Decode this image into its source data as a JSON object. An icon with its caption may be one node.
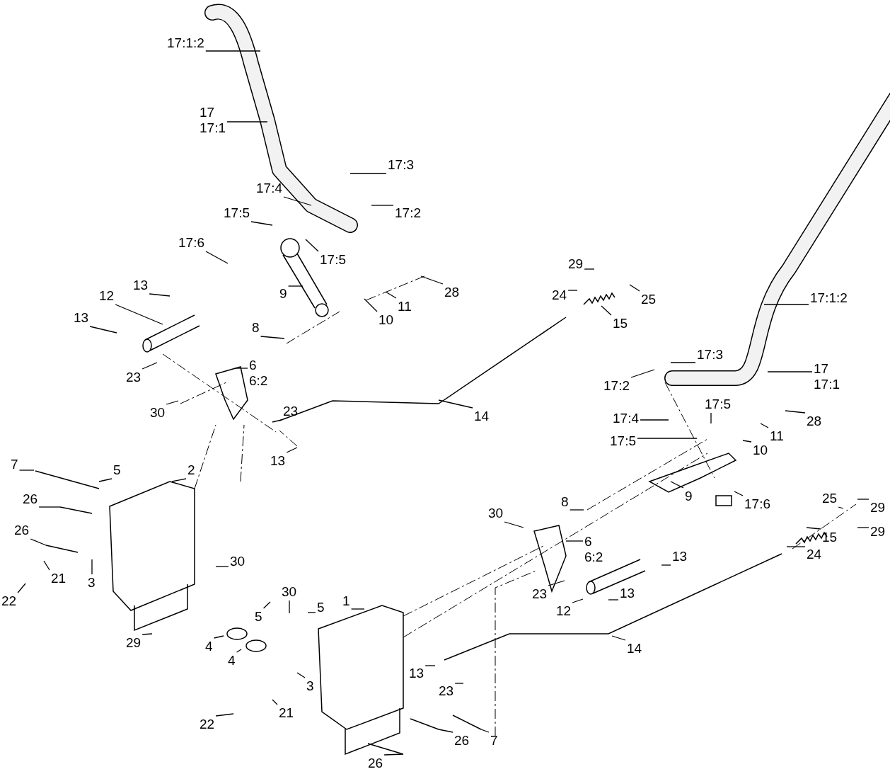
{
  "diagram": {
    "nodes": [
      {
        "text": [
          "17:1:2"
        ]
      },
      {
        "text": [
          "17",
          "17:1"
        ]
      },
      {
        "text": [
          "17:3"
        ]
      },
      {
        "text": [
          "17:4"
        ]
      },
      {
        "text": [
          "17:2"
        ]
      },
      {
        "text": [
          "17:5"
        ]
      },
      {
        "text": [
          "17:6"
        ]
      },
      {
        "text": [
          "17:5"
        ]
      },
      {
        "text": [
          "9"
        ]
      },
      {
        "text": [
          "29"
        ]
      },
      {
        "text": [
          "25"
        ]
      },
      {
        "text": [
          "28"
        ]
      },
      {
        "text": [
          "11"
        ]
      },
      {
        "text": [
          "10"
        ]
      },
      {
        "text": [
          "13"
        ]
      },
      {
        "text": [
          "12"
        ]
      },
      {
        "text": [
          "13"
        ]
      },
      {
        "text": [
          "24"
        ]
      },
      {
        "text": [
          "15"
        ]
      },
      {
        "text": [
          "8"
        ]
      },
      {
        "text": [
          "17:1:2"
        ]
      },
      {
        "text": [
          "23"
        ]
      },
      {
        "text": [
          "6",
          "6:2"
        ]
      },
      {
        "text": [
          "17:3"
        ]
      },
      {
        "text": [
          "17",
          "17:1"
        ]
      },
      {
        "text": [
          "17:2"
        ]
      },
      {
        "text": [
          "30"
        ]
      },
      {
        "text": [
          "23"
        ]
      },
      {
        "text": [
          "14"
        ]
      },
      {
        "text": [
          "17:4"
        ]
      },
      {
        "text": [
          "17:5"
        ]
      },
      {
        "text": [
          "28"
        ]
      },
      {
        "text": [
          "17:5"
        ]
      },
      {
        "text": [
          "11"
        ]
      },
      {
        "text": [
          "10"
        ]
      },
      {
        "text": [
          "13"
        ]
      },
      {
        "text": [
          "7"
        ]
      },
      {
        "text": [
          "5"
        ]
      },
      {
        "text": [
          "2"
        ]
      },
      {
        "text": [
          "9"
        ]
      },
      {
        "text": [
          "17:6"
        ]
      },
      {
        "text": [
          "26"
        ]
      },
      {
        "text": [
          "30"
        ]
      },
      {
        "text": [
          "8"
        ]
      },
      {
        "text": [
          "25"
        ]
      },
      {
        "text": [
          "29"
        ]
      },
      {
        "text": [
          "26"
        ]
      },
      {
        "text": [
          "6",
          "6:2"
        ]
      },
      {
        "text": [
          "30"
        ]
      },
      {
        "text": [
          "13"
        ]
      },
      {
        "text": [
          "15"
        ]
      },
      {
        "text": [
          "29"
        ]
      },
      {
        "text": [
          "24"
        ]
      },
      {
        "text": [
          "3"
        ]
      },
      {
        "text": [
          "21"
        ]
      },
      {
        "text": [
          "23"
        ]
      },
      {
        "text": [
          "12"
        ]
      },
      {
        "text": [
          "13"
        ]
      },
      {
        "text": [
          "22"
        ]
      },
      {
        "text": [
          "30"
        ]
      },
      {
        "text": [
          "5"
        ]
      },
      {
        "text": [
          "1"
        ]
      },
      {
        "text": [
          "5"
        ]
      },
      {
        "text": [
          "29"
        ]
      },
      {
        "text": [
          "4"
        ]
      },
      {
        "text": [
          "4"
        ]
      },
      {
        "text": [
          "14"
        ]
      },
      {
        "text": [
          "13"
        ]
      },
      {
        "text": [
          "23"
        ]
      },
      {
        "text": [
          "3"
        ]
      },
      {
        "text": [
          "21"
        ]
      },
      {
        "text": [
          "22"
        ]
      },
      {
        "text": [
          "26"
        ]
      },
      {
        "text": [
          "7"
        ]
      },
      {
        "text": [
          "26"
        ]
      }
    ],
    "edges": [
      {
        "from": 0,
        "to": null,
        "arrow": "none"
      },
      {
        "from": 1,
        "to": null,
        "arrow": "none"
      },
      {
        "from": 2,
        "to": null,
        "arrow": "none"
      },
      {
        "from": 3,
        "to": null,
        "arrow": "none"
      },
      {
        "from": 4,
        "to": null,
        "arrow": "none"
      },
      {
        "from": 5,
        "to": null,
        "arrow": "none"
      },
      {
        "from": 6,
        "to": null,
        "arrow": "none"
      },
      {
        "from": 7,
        "to": null,
        "arrow": "none"
      },
      {
        "from": 8,
        "to": null,
        "arrow": "none"
      },
      {
        "from": 9,
        "to": null,
        "arrow": "none"
      },
      {
        "from": 10,
        "to": null,
        "arrow": "none"
      },
      {
        "from": 11,
        "to": null,
        "arrow": "none"
      },
      {
        "from": 12,
        "to": null,
        "arrow": "none"
      },
      {
        "from": 13,
        "to": null,
        "arrow": "none"
      },
      {
        "from": 14,
        "to": null,
        "arrow": "none"
      },
      {
        "from": 15,
        "to": null,
        "arrow": "none"
      },
      {
        "from": 16,
        "to": null,
        "arrow": "none"
      },
      {
        "from": 17,
        "to": null,
        "arrow": "none"
      },
      {
        "from": 18,
        "to": null,
        "arrow": "none"
      },
      {
        "from": 19,
        "to": null,
        "arrow": "none"
      },
      {
        "from": 20,
        "to": null,
        "arrow": "none"
      },
      {
        "from": 21,
        "to": null,
        "arrow": "none"
      },
      {
        "from": 22,
        "to": null,
        "arrow": "none"
      },
      {
        "from": 23,
        "to": null,
        "arrow": "none"
      },
      {
        "from": 24,
        "to": null,
        "arrow": "none"
      },
      {
        "from": 25,
        "to": null,
        "arrow": "none"
      },
      {
        "from": 26,
        "to": null,
        "arrow": "none"
      },
      {
        "from": 27,
        "to": null,
        "arrow": "none"
      },
      {
        "from": 28,
        "to": null,
        "arrow": "none"
      },
      {
        "from": 29,
        "to": null,
        "arrow": "none"
      },
      {
        "from": 30,
        "to": null,
        "arrow": "none"
      },
      {
        "from": 31,
        "to": null,
        "arrow": "none"
      },
      {
        "from": 32,
        "to": null,
        "arrow": "none"
      },
      {
        "from": 33,
        "to": null,
        "arrow": "none"
      },
      {
        "from": 34,
        "to": null,
        "arrow": "none"
      },
      {
        "from": 35,
        "to": null,
        "arrow": "none"
      },
      {
        "from": 36,
        "to": null,
        "arrow": "none"
      },
      {
        "from": 37,
        "to": null,
        "arrow": "none"
      },
      {
        "from": 38,
        "to": null,
        "arrow": "none"
      },
      {
        "from": 39,
        "to": null,
        "arrow": "none"
      },
      {
        "from": 40,
        "to": null,
        "arrow": "none"
      },
      {
        "from": 41,
        "to": null,
        "arrow": "none"
      },
      {
        "from": 42,
        "to": null,
        "arrow": "none"
      },
      {
        "from": 43,
        "to": null,
        "arrow": "none"
      },
      {
        "from": 44,
        "to": null,
        "arrow": "none"
      },
      {
        "from": 45,
        "to": null,
        "arrow": "none"
      },
      {
        "from": 46,
        "to": null,
        "arrow": "none"
      },
      {
        "from": 47,
        "to": null,
        "arrow": "none"
      },
      {
        "from": 48,
        "to": null,
        "arrow": "none"
      },
      {
        "from": 49,
        "to": null,
        "arrow": "none"
      },
      {
        "from": 50,
        "to": null,
        "arrow": "none"
      },
      {
        "from": 51,
        "to": null,
        "arrow": "none"
      },
      {
        "from": 52,
        "to": null,
        "arrow": "none"
      },
      {
        "from": 53,
        "to": null,
        "arrow": "none"
      },
      {
        "from": 54,
        "to": null,
        "arrow": "none"
      },
      {
        "from": 55,
        "to": null,
        "arrow": "none"
      },
      {
        "from": 56,
        "to": null,
        "arrow": "none"
      },
      {
        "from": 57,
        "to": null,
        "arrow": "none"
      },
      {
        "from": 58,
        "to": null,
        "arrow": "none"
      },
      {
        "from": 59,
        "to": null,
        "arrow": "none"
      },
      {
        "from": 60,
        "to": null,
        "arrow": "none"
      },
      {
        "from": 61,
        "to": null,
        "arrow": "none"
      },
      {
        "from": 62,
        "to": null,
        "arrow": "none"
      },
      {
        "from": 63,
        "to": null,
        "arrow": "none"
      },
      {
        "from": 64,
        "to": null,
        "arrow": "none"
      },
      {
        "from": 65,
        "to": null,
        "arrow": "none"
      },
      {
        "from": 66,
        "to": null,
        "arrow": "none"
      },
      {
        "from": 67,
        "to": null,
        "arrow": "none"
      },
      {
        "from": 68,
        "to": null,
        "arrow": "none"
      },
      {
        "from": 69,
        "to": null,
        "arrow": "none"
      },
      {
        "from": 70,
        "to": null,
        "arrow": "none"
      },
      {
        "from": 71,
        "to": null,
        "arrow": "none"
      },
      {
        "from": 72,
        "to": null,
        "arrow": "none"
      },
      {
        "from": 73,
        "to": null,
        "arrow": "none"
      },
      {
        "from": 74,
        "to": null,
        "arrow": "none"
      }
    ]
  }
}
